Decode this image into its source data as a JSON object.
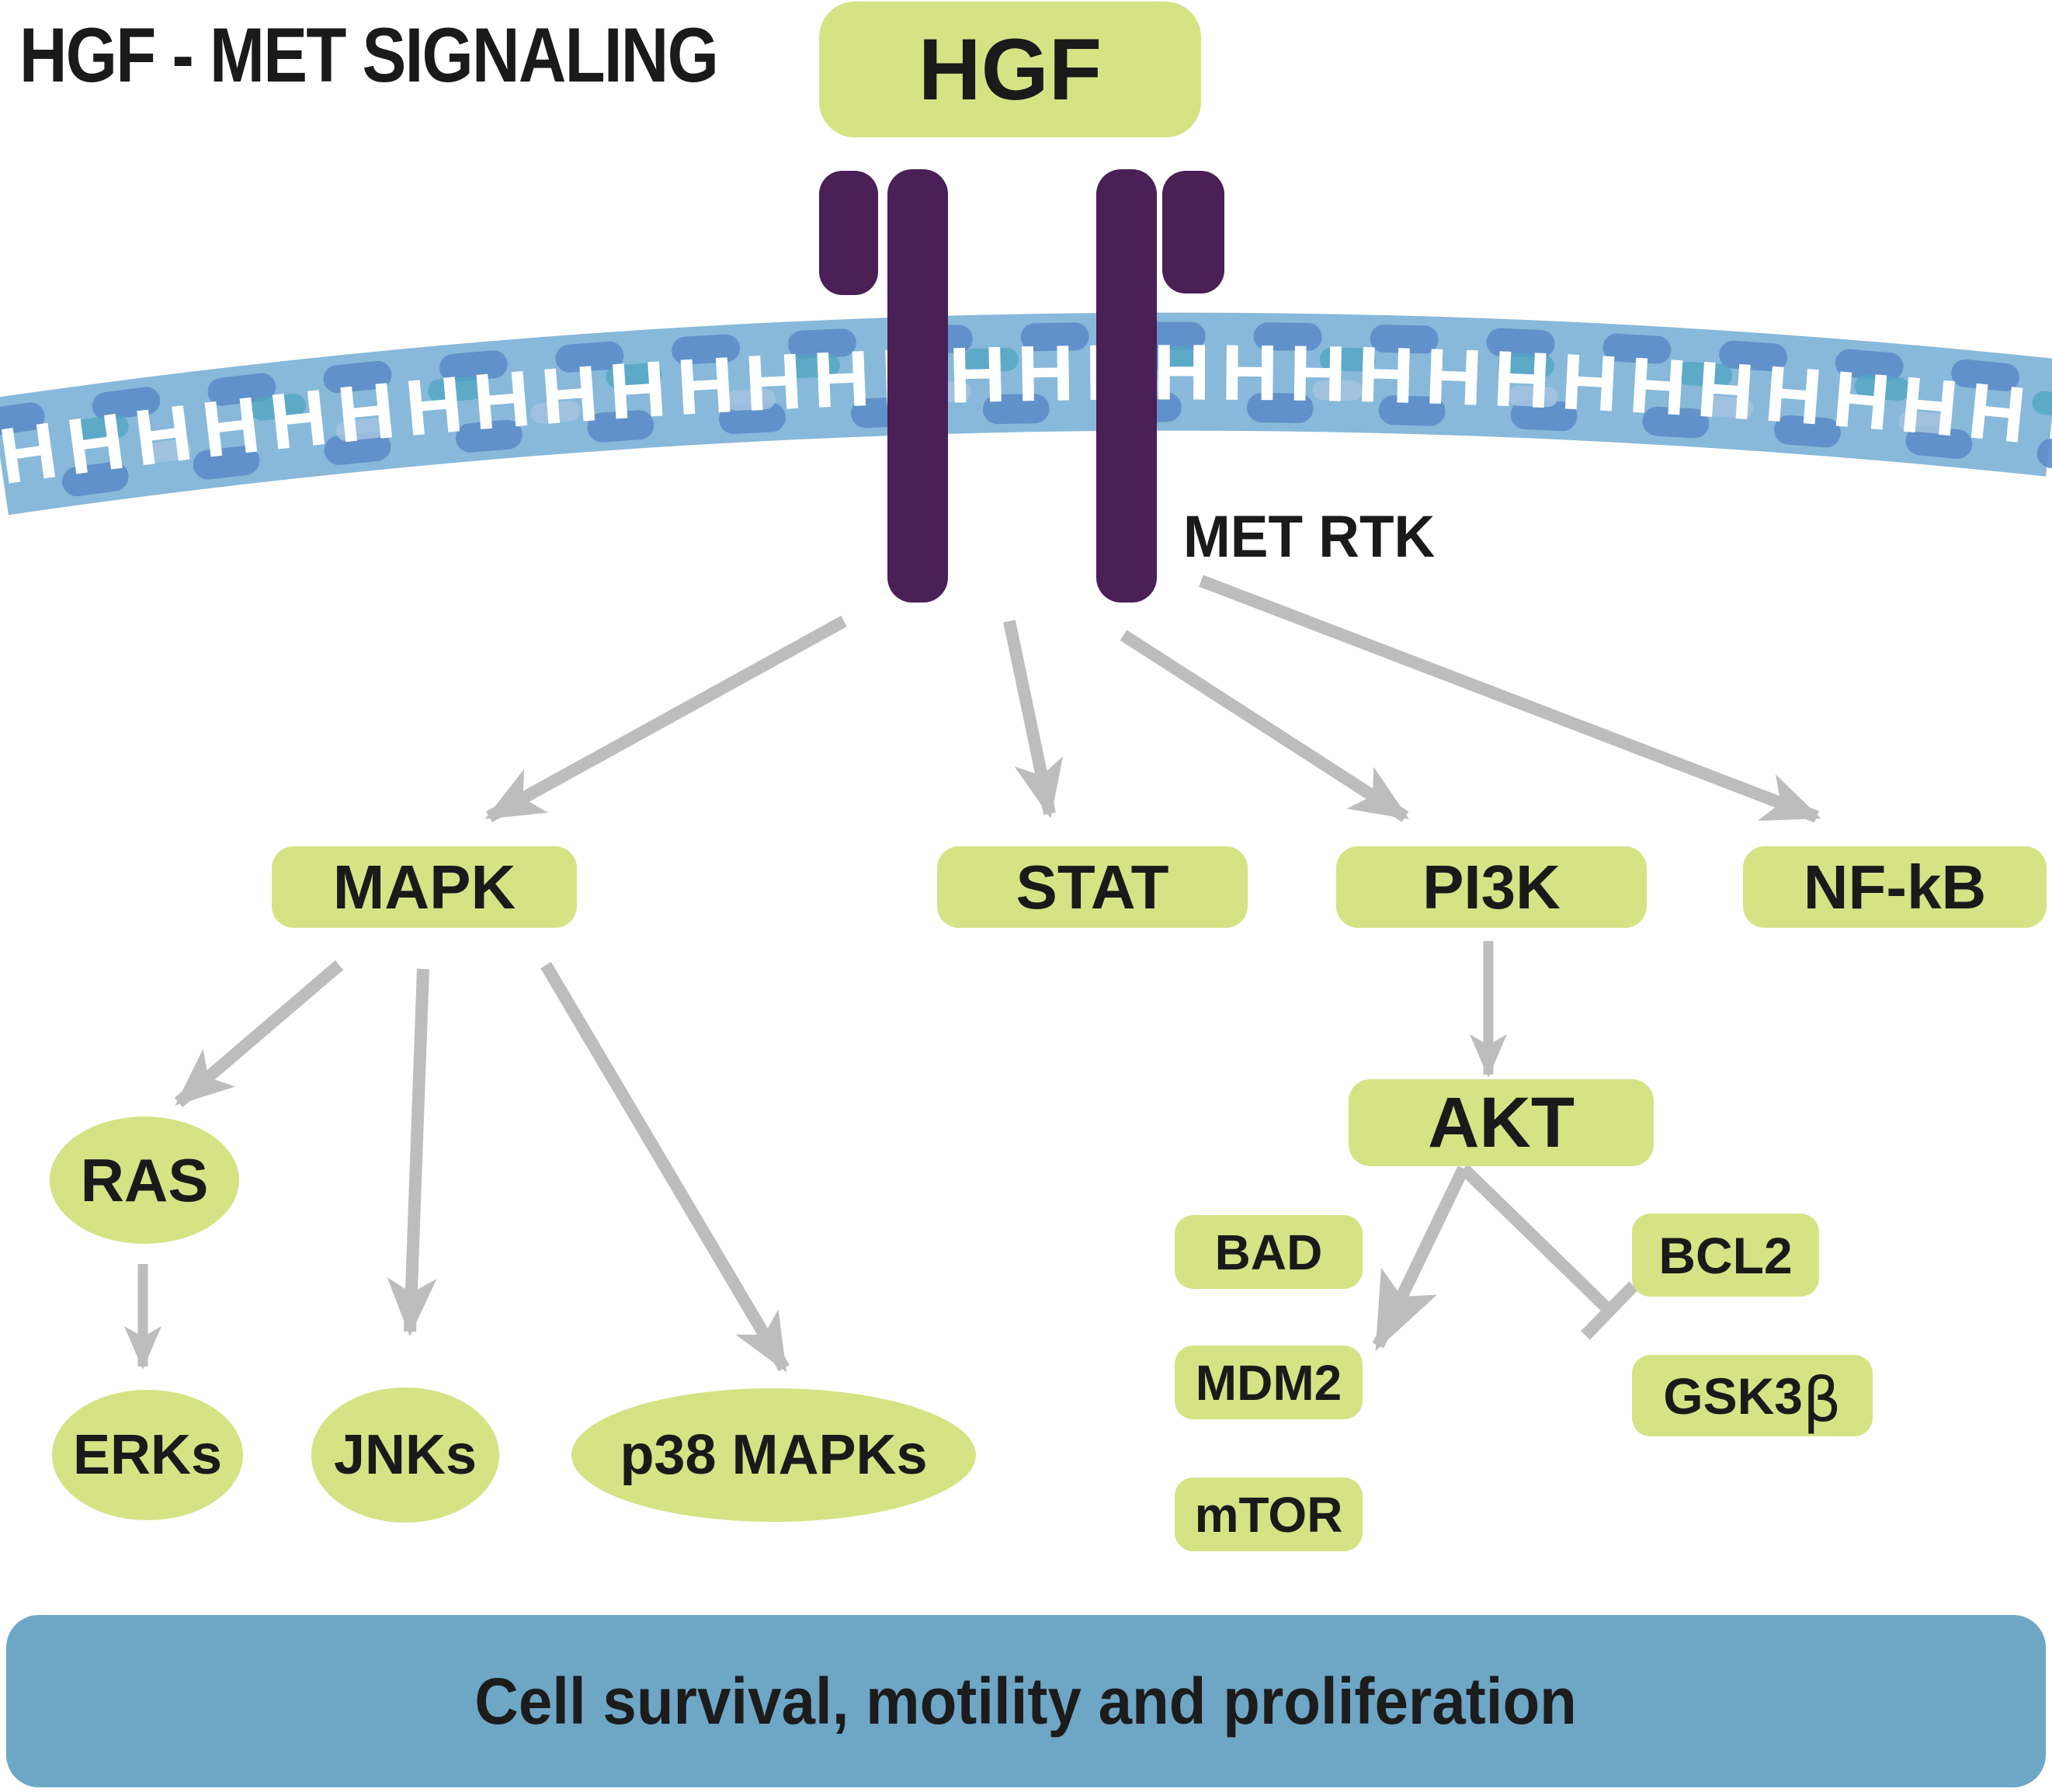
{
  "title": "HGF - MET SIGNALING",
  "colors": {
    "node_green": "#d5e385",
    "receptor_purple": "#4a2057",
    "membrane_blue": "#88b9da",
    "membrane_spot": "#5d8dc9",
    "membrane_teal": "#4ba4c0",
    "membrane_pale": "#a8c6e2",
    "arrow_gray": "#bdbdbd",
    "outcome_bar_blue": "#6ea6c6",
    "text_black": "#1a1a1a"
  },
  "ligand": {
    "label": "HGF"
  },
  "receptor": {
    "label": "MET RTK"
  },
  "membrane": {
    "tail_glyph": "H",
    "tail_count": 32
  },
  "pathways": {
    "mapk": "MAPK",
    "stat": "STAT",
    "pi3k": "PI3K",
    "nfkb": "NF-kB"
  },
  "mapk_branch": {
    "ras": "RAS",
    "erks": "ERKs",
    "jnks": "JNKs",
    "p38": "p38 MAPKs"
  },
  "pi3k_branch": {
    "akt": "AKT",
    "bad": "BAD",
    "mdm2": "MDM2",
    "mtor": "mTOR",
    "bcl2": "BCL2",
    "gsk3_main": "GSK3",
    "gsk3_suffix": "β"
  },
  "outcome": {
    "label": "Cell survival, motility and proliferation"
  },
  "edges": [
    {
      "from": "HGF",
      "to": "MET RTK",
      "type": "binding"
    },
    {
      "from": "MET RTK",
      "to": "MAPK",
      "type": "activation"
    },
    {
      "from": "MET RTK",
      "to": "STAT",
      "type": "activation"
    },
    {
      "from": "MET RTK",
      "to": "PI3K",
      "type": "activation"
    },
    {
      "from": "MET RTK",
      "to": "NF-kB",
      "type": "activation"
    },
    {
      "from": "MAPK",
      "to": "RAS",
      "type": "activation"
    },
    {
      "from": "MAPK",
      "to": "JNKs",
      "type": "activation"
    },
    {
      "from": "MAPK",
      "to": "p38 MAPKs",
      "type": "activation"
    },
    {
      "from": "RAS",
      "to": "ERKs",
      "type": "activation"
    },
    {
      "from": "PI3K",
      "to": "AKT",
      "type": "activation"
    },
    {
      "from": "AKT",
      "to": "MDM2",
      "type": "activation"
    },
    {
      "from": "AKT",
      "to": "GSK3β",
      "type": "inhibition"
    }
  ]
}
